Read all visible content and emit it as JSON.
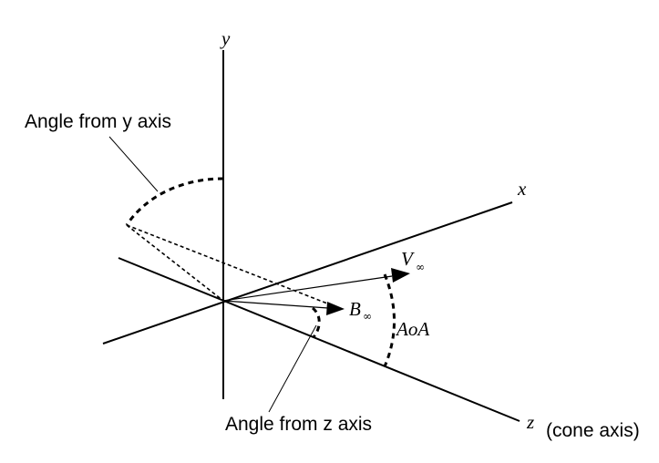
{
  "diagram": {
    "labels": {
      "y_axis": "y",
      "x_axis": "x",
      "z_axis": "z",
      "z_axis_note": "(cone axis)",
      "velocity_symbol": "V",
      "velocity_subscript": "∞",
      "b_symbol": "B",
      "b_subscript": "∞",
      "angle_of_attack": "AoA",
      "angle_from_y": "Angle from y axis",
      "angle_from_z": "Angle from z axis"
    }
  }
}
